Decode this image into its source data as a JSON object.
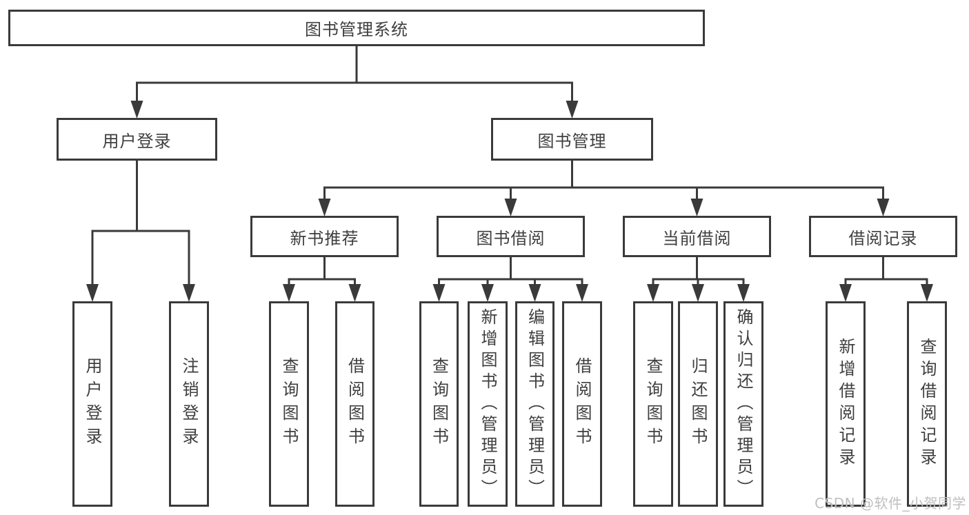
{
  "title": "图书管理系统",
  "watermark": "CSDN @软件_小贺同学",
  "colors": {
    "line": "#3a3a3a",
    "border": "#3a3a3a",
    "text": "#3e3e3e",
    "watermark": "#bfbfbf",
    "background": "#ffffff"
  },
  "diagram": {
    "type": "hierarchy-tree",
    "nodes": [
      {
        "id": "root",
        "label": "图书管理系统",
        "parent": null,
        "orient": "h"
      },
      {
        "id": "user-login",
        "label": "用户登录",
        "parent": "root",
        "orient": "h"
      },
      {
        "id": "book-mgmt",
        "label": "图书管理",
        "parent": "root",
        "orient": "h"
      },
      {
        "id": "new-book-rec",
        "label": "新书推荐",
        "parent": "book-mgmt",
        "orient": "h"
      },
      {
        "id": "book-borrow",
        "label": "图书借阅",
        "parent": "book-mgmt",
        "orient": "h"
      },
      {
        "id": "current-borrow",
        "label": "当前借阅",
        "parent": "book-mgmt",
        "orient": "h"
      },
      {
        "id": "borrow-records",
        "label": "借阅记录",
        "parent": "book-mgmt",
        "orient": "h"
      },
      {
        "id": "leaf-user-login",
        "label": "用户登录",
        "parent": "user-login",
        "orient": "v"
      },
      {
        "id": "leaf-logout",
        "label": "注销登录",
        "parent": "user-login",
        "orient": "v"
      },
      {
        "id": "leaf-query-books-1",
        "label": "查询图书",
        "parent": "new-book-rec",
        "orient": "v"
      },
      {
        "id": "leaf-borrow-books-1",
        "label": "借阅图书",
        "parent": "new-book-rec",
        "orient": "v"
      },
      {
        "id": "leaf-query-books-2",
        "label": "查询图书",
        "parent": "book-borrow",
        "orient": "v"
      },
      {
        "id": "leaf-add-book",
        "label": "新增图书（管理员）",
        "parent": "book-borrow",
        "orient": "v"
      },
      {
        "id": "leaf-edit-book",
        "label": "编辑图书（管理员）",
        "parent": "book-borrow",
        "orient": "v"
      },
      {
        "id": "leaf-borrow-books-2",
        "label": "借阅图书",
        "parent": "book-borrow",
        "orient": "v"
      },
      {
        "id": "leaf-query-books-3",
        "label": "查询图书",
        "parent": "current-borrow",
        "orient": "v"
      },
      {
        "id": "leaf-return-book",
        "label": "归还图书",
        "parent": "current-borrow",
        "orient": "v"
      },
      {
        "id": "leaf-confirm-return",
        "label": "确认归还（管理员）",
        "parent": "current-borrow",
        "orient": "v"
      },
      {
        "id": "leaf-add-borrow-record",
        "label": "新增借阅记录",
        "parent": "borrow-records",
        "orient": "v"
      },
      {
        "id": "leaf-query-borrow-record",
        "label": "查询借阅记录",
        "parent": "borrow-records",
        "orient": "v"
      }
    ]
  }
}
